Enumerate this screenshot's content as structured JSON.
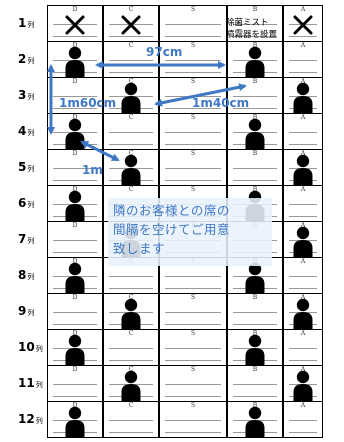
{
  "columns": [
    "D",
    "C",
    "S",
    "B",
    "A"
  ],
  "row_suffix": "列",
  "rows": [
    {
      "num": "1",
      "D": "x",
      "C": "x",
      "S": "",
      "B": "",
      "A": "x"
    },
    {
      "num": "2",
      "D": "person",
      "C": "",
      "S": "",
      "B": "person",
      "A": ""
    },
    {
      "num": "3",
      "D": "",
      "C": "person",
      "S": "",
      "B": "",
      "A": "person"
    },
    {
      "num": "4",
      "D": "person",
      "C": "",
      "S": "",
      "B": "person",
      "A": ""
    },
    {
      "num": "5",
      "D": "",
      "C": "person",
      "S": "",
      "B": "",
      "A": "person"
    },
    {
      "num": "6",
      "D": "person",
      "C": "",
      "S": "",
      "B": "person",
      "A": ""
    },
    {
      "num": "7",
      "D": "",
      "C": "person",
      "S": "",
      "B": "",
      "A": "person"
    },
    {
      "num": "8",
      "D": "person",
      "C": "",
      "S": "",
      "B": "person",
      "A": ""
    },
    {
      "num": "9",
      "D": "",
      "C": "person",
      "S": "",
      "B": "",
      "A": "person"
    },
    {
      "num": "10",
      "D": "person",
      "C": "",
      "S": "",
      "B": "person",
      "A": ""
    },
    {
      "num": "11",
      "D": "",
      "C": "person",
      "S": "",
      "B": "",
      "A": "person"
    },
    {
      "num": "12",
      "D": "person",
      "C": "",
      "S": "",
      "B": "person",
      "A": ""
    }
  ],
  "mist_label": [
    "除菌ミスト",
    "噴霧器を設置"
  ],
  "distances": {
    "horizontal": "97cm",
    "vertical": "1m60cm",
    "diagonal": "1m40cm",
    "short": "1m"
  },
  "notice_lines": [
    "隣のお客様との席の",
    "間隔を空けてご用意",
    "致します"
  ],
  "colors": {
    "accent": "#3f78c4",
    "notice_bg": "#e8f1fc",
    "ink": "#000000"
  }
}
